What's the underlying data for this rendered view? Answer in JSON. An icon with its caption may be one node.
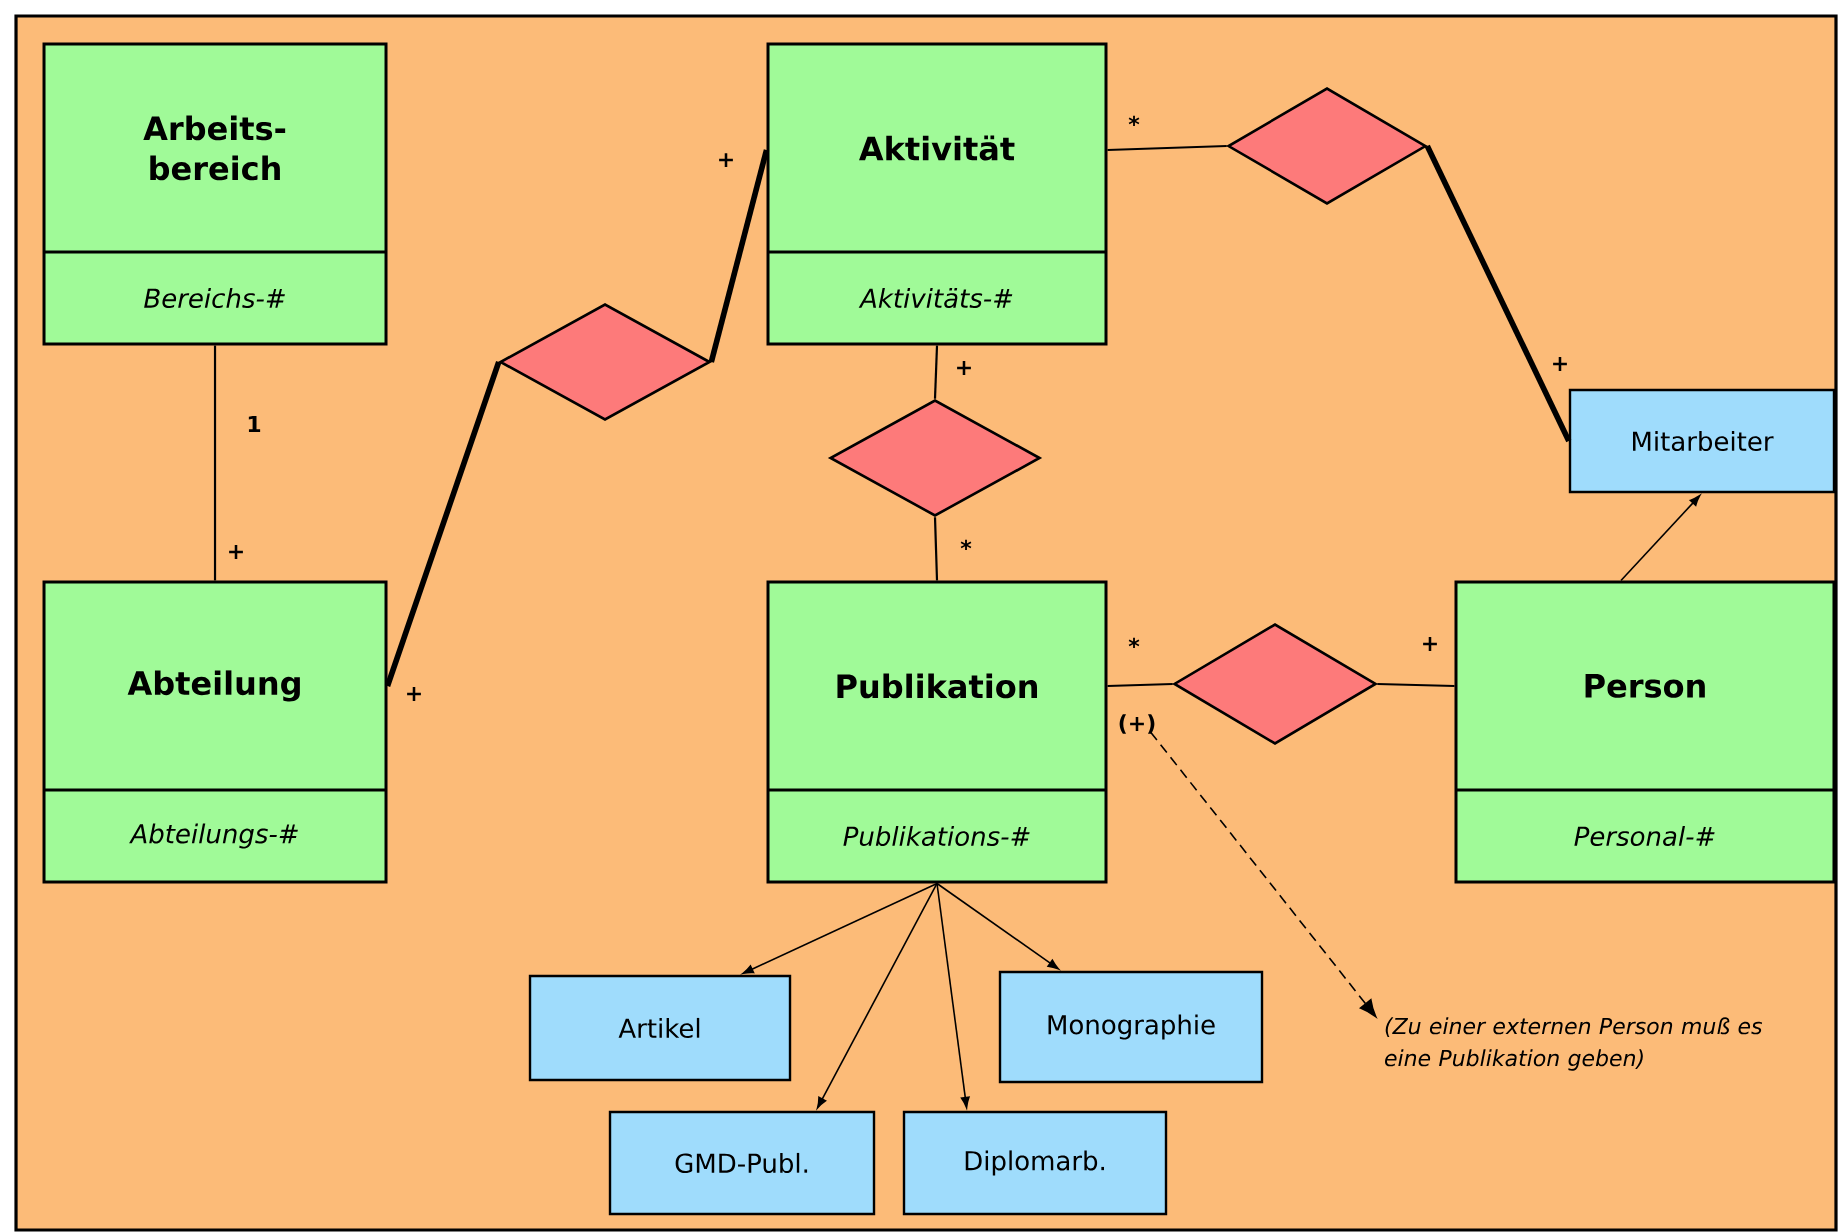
{
  "diagram": {
    "nodes": [
      {
        "text": [
          "Arbeits- bereich",
          "Bereichs-#"
        ]
      },
      {
        "text": [
          "Aktivität",
          "Aktivitäts-#"
        ]
      },
      {
        "text": [],
        "shape": "diamond"
      },
      {
        "text": [],
        "shape": "diamond"
      },
      {
        "text": [
          "Mitarbeiter"
        ]
      },
      {
        "text": [],
        "shape": "diamond"
      },
      {
        "text": [
          "Abteilung",
          "Abteilungs-#"
        ]
      },
      {
        "text": [
          "Publikation",
          "Publikations-#"
        ]
      },
      {
        "text": [
          "(+)"
        ]
      },
      {
        "text": [],
        "shape": "diamond"
      },
      {
        "text": [
          "Person",
          "Personal-#"
        ]
      },
      {
        "text": [
          "Artikel"
        ]
      },
      {
        "text": [
          "Monographie"
        ]
      },
      {
        "text": [
          "(Zu einer externen Person muß es eine Publikation geben)"
        ]
      },
      {
        "text": [
          "GMD-Publ."
        ]
      },
      {
        "text": [
          "Diplomarb."
        ]
      }
    ],
    "edges": [
      {
        "from": 0,
        "to": 6,
        "arrow": "none"
      },
      {
        "from": 6,
        "to": 3,
        "arrow": "none",
        "style": "thick"
      },
      {
        "from": 3,
        "to": 1,
        "arrow": "none",
        "style": "thick"
      },
      {
        "from": 1,
        "to": 2,
        "arrow": "none"
      },
      {
        "from": 2,
        "to": 4,
        "arrow": "none",
        "style": "thick"
      },
      {
        "from": 1,
        "to": 5,
        "arrow": "none"
      },
      {
        "from": 5,
        "to": 7,
        "arrow": "none"
      },
      {
        "from": 7,
        "to": 9,
        "arrow": "none"
      },
      {
        "from": 9,
        "to": 10,
        "arrow": "none"
      },
      {
        "from": 10,
        "to": 4,
        "arrow": "to"
      },
      {
        "from": 7,
        "to": 11,
        "arrow": "to"
      },
      {
        "from": 7,
        "to": 12,
        "arrow": "to"
      },
      {
        "from": 7,
        "to": 14,
        "arrow": "to"
      },
      {
        "from": 7,
        "to": 15,
        "arrow": "to"
      },
      {
        "from": 8,
        "to": 13,
        "arrow": "to",
        "style": "dashed"
      }
    ],
    "labels": [
      "*",
      "+",
      "+",
      "+",
      "1",
      "*",
      "+",
      "*",
      "+",
      "+"
    ]
  }
}
